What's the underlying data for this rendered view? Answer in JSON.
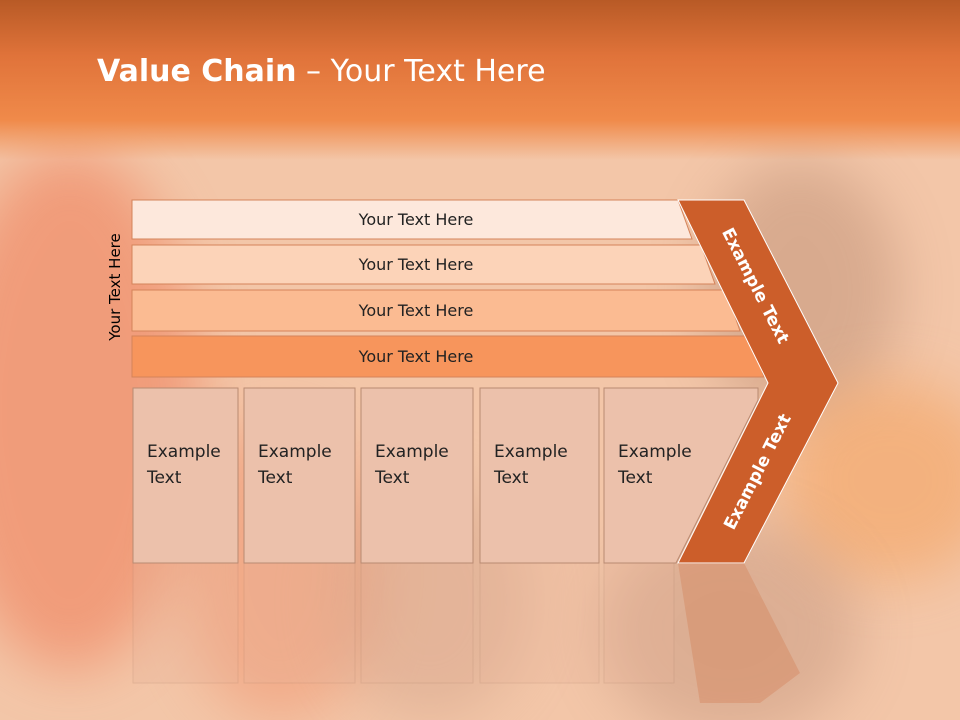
{
  "slide": {
    "title_bold": "Value Chain",
    "title_rest": " – Your Text Here",
    "vertical_label": "Your Text Here"
  },
  "bars": [
    {
      "label": "Your Text Here",
      "color": "#fde8dc"
    },
    {
      "label": "Your Text Here",
      "color": "#fcd3b8"
    },
    {
      "label": "Your Text Here",
      "color": "#fbbb92"
    },
    {
      "label": "Your Text Here",
      "color": "#f7955c"
    }
  ],
  "boxes": [
    {
      "line1": "Example",
      "line2": "Text"
    },
    {
      "line1": "Example",
      "line2": "Text"
    },
    {
      "line1": "Example",
      "line2": "Text"
    },
    {
      "line1": "Example",
      "line2": "Text"
    },
    {
      "line1": "Example",
      "line2": "Text"
    }
  ],
  "chevron": {
    "upper_label": "Example Text",
    "lower_label": "Example Text",
    "color": "#cc5e2a"
  },
  "colors": {
    "header": "#e0733a",
    "box_fill": "#ecc1ab",
    "box_stroke": "#b98a72"
  }
}
